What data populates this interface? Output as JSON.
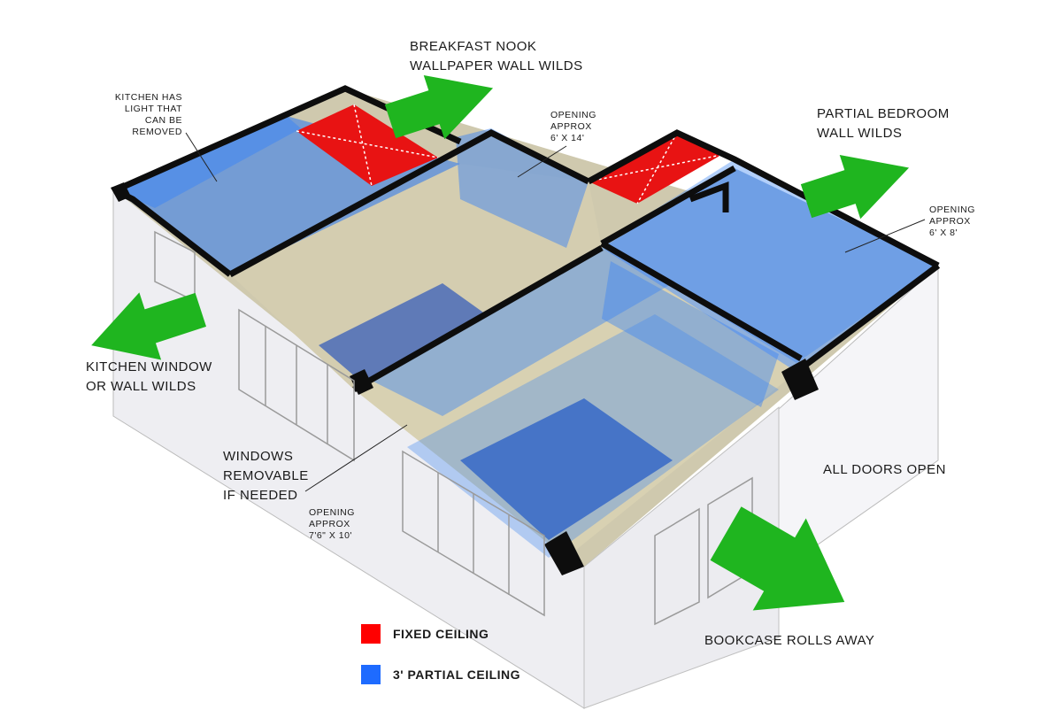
{
  "labels": {
    "breakfast_nook": [
      "BREAKFAST NOOK",
      "WALLPAPER WALL WILDS"
    ],
    "kitchen_light": [
      "KITCHEN HAS",
      "LIGHT THAT",
      "CAN BE",
      "REMOVED"
    ],
    "opening_6x14": [
      "OPENING",
      "APPROX",
      "6' X 14'"
    ],
    "partial_bedroom": [
      "PARTIAL BEDROOM",
      "WALL WILDS"
    ],
    "opening_6x8": [
      "OPENING",
      "APPROX",
      "6' X 8'"
    ],
    "kitchen_window": [
      "KITCHEN WINDOW",
      "OR WALL WILDS"
    ],
    "windows_removable": [
      "WINDOWS",
      "REMOVABLE",
      "IF NEEDED"
    ],
    "opening_7x10": [
      "OPENING",
      "APPROX",
      "7'6\" X 10'"
    ],
    "all_doors_open": "ALL DOORS OPEN",
    "bookcase_rolls": "BOOKCASE ROLLS AWAY"
  },
  "legend": [
    {
      "label": "FIXED CEILING",
      "color": "#ff0000"
    },
    {
      "label": "3' PARTIAL CEILING",
      "color": "#1e6bff"
    }
  ],
  "colors": {
    "arrow_green": "#1fb51f",
    "fixed_ceiling": "#e81313",
    "partial_ceiling": "#3f86f2",
    "wall_black": "#0d0d0d",
    "floor": "#c9c2a6",
    "rug": "#3b5fb0",
    "exterior_wall": "#f3f3f6"
  },
  "icons": [
    "arrow-icon"
  ]
}
